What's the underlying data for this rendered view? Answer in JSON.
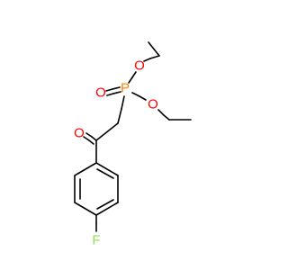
{
  "atoms": {
    "phosphorus": {
      "label": "P",
      "color": "#FF8000"
    },
    "phosphoryl_oxygen": {
      "label": "O",
      "color": "#FF0000"
    },
    "ester_oxygen_upper": {
      "label": "O",
      "color": "#FF0000"
    },
    "ester_oxygen_lower": {
      "label": "O",
      "color": "#FF0000"
    },
    "carbonyl_oxygen": {
      "label": "O",
      "color": "#FF0000"
    },
    "fluorine": {
      "label": "F",
      "color": "#90E050"
    }
  },
  "bond_color": "#000000"
}
